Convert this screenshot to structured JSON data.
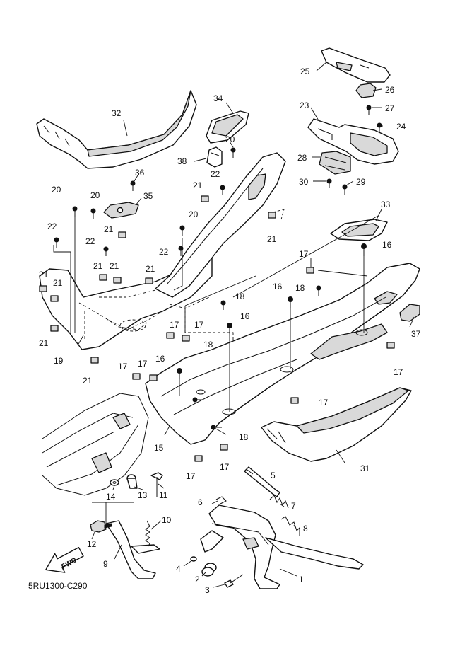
{
  "diagram": {
    "code": "5RU1300-C290",
    "fwd_label": "FWD",
    "callouts": {
      "c1": "1",
      "c2": "2",
      "c3": "3",
      "c4": "4",
      "c5": "5",
      "c6": "6",
      "c7": "7",
      "c8": "8",
      "c9": "9",
      "c10": "10",
      "c11": "11",
      "c12": "12",
      "c13": "13",
      "c14": "14",
      "c15": "15",
      "c16a": "16",
      "c16b": "16",
      "c16c": "16",
      "c16d": "16",
      "c17a": "17",
      "c17b": "17",
      "c17c": "17",
      "c17d": "17",
      "c17e": "17",
      "c17f": "17",
      "c17g": "17",
      "c17h": "17",
      "c17i": "17",
      "c18a": "18",
      "c18b": "18",
      "c18c": "18",
      "c18d": "18",
      "c19": "19",
      "c20a": "20",
      "c20b": "20",
      "c20c": "20",
      "c20d": "20",
      "c21a": "21",
      "c21b": "21",
      "c21c": "21",
      "c21d": "21",
      "c21e": "21",
      "c21f": "21",
      "c21g": "21",
      "c21h": "21",
      "c21i": "21",
      "c21j": "21",
      "c22a": "22",
      "c22b": "22",
      "c22c": "22",
      "c22d": "22",
      "c23": "23",
      "c24": "24",
      "c25": "25",
      "c26": "26",
      "c27": "27",
      "c28": "28",
      "c29": "29",
      "c30": "30",
      "c31": "31",
      "c32": "32",
      "c33": "33",
      "c34": "34",
      "c35": "35",
      "c36": "36",
      "c37": "37",
      "c38": "38"
    }
  }
}
